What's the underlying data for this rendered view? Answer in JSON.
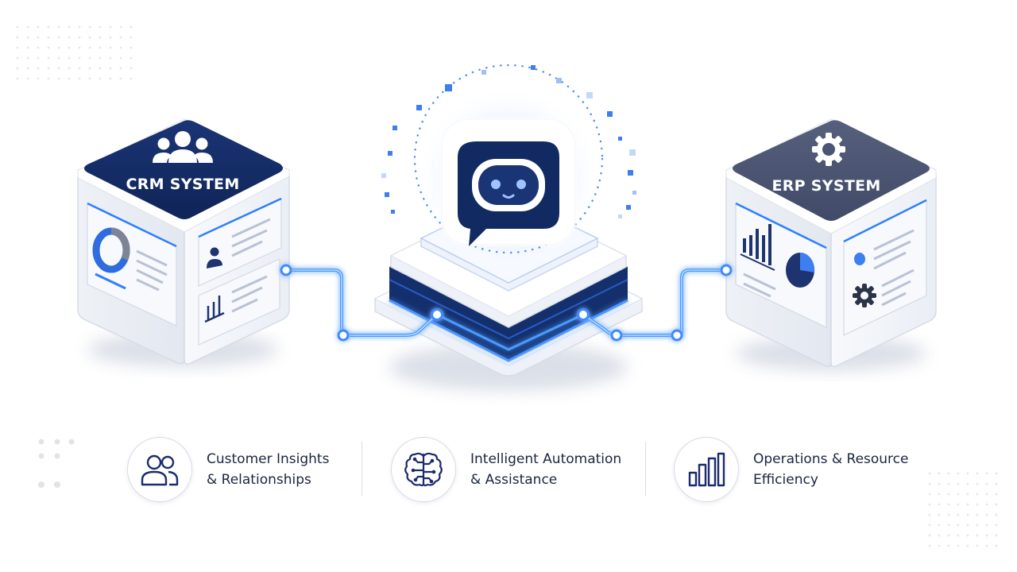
{
  "nodes": {
    "crm": {
      "label": "CRM SYSTEM",
      "icon": "users-icon"
    },
    "hub": {
      "icon": "chatbot-icon"
    },
    "erp": {
      "label": "ERP SYSTEM",
      "icon": "gear-icon"
    }
  },
  "features": [
    {
      "line1": "Customer Insights",
      "line2": "& Relationships",
      "icon": "people-icon"
    },
    {
      "line1": "Intelligent Automation",
      "line2": "& Assistance",
      "icon": "brain-icon"
    },
    {
      "line1": "Operations & Resource",
      "line2": "Efficiency",
      "icon": "bar-chart-icon"
    }
  ],
  "colors": {
    "navy": "#122a62",
    "slate": "#4a5574",
    "accent": "#2f7fff",
    "glow": "#5ea8ff",
    "panel": "#f2f5fa"
  }
}
